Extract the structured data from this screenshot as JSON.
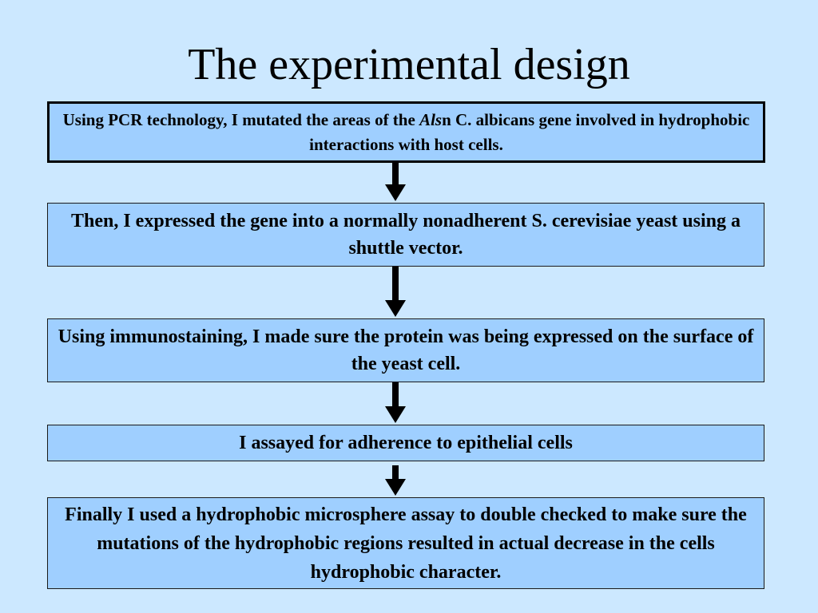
{
  "title": "The experimental design",
  "steps": [
    {
      "before": "Using PCR technology, I mutated the areas of the ",
      "italic": "Als",
      "after": "n C. albicans gene involved in hydrophobic interactions with host cells."
    },
    {
      "text": "Then, I expressed the gene into a normally nonadherent S. cerevisiae yeast using a shuttle vector."
    },
    {
      "text": "Using immunostaining, I made sure the protein was being expressed on the surface of the yeast cell."
    },
    {
      "text": "I assayed for adherence to epithelial cells"
    },
    {
      "text": "Finally I used a hydrophobic microsphere assay to double checked to make sure the mutations of the hydrophobic regions resulted in actual decrease in the cells hydrophobic character."
    }
  ],
  "colors": {
    "background": "#cce8ff",
    "box_fill": "#9fcfff",
    "arrow": "#000000"
  }
}
